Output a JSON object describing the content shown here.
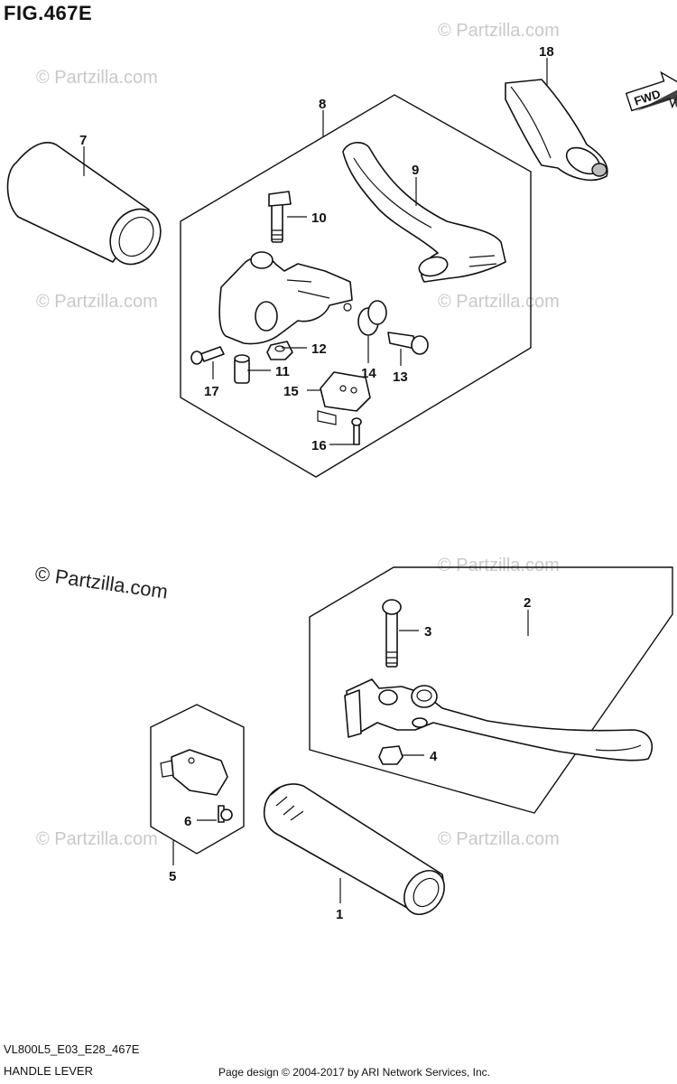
{
  "figure": {
    "title": "FIG.467E",
    "code": "VL800L5_E03_E28_467E",
    "name": "HANDLE LEVER",
    "credit": "Page design © 2004-2017 by ARI Network Services, Inc."
  },
  "watermarks": {
    "faint": "© Partzilla.com",
    "prominent": "© Partzilla.com"
  },
  "direction_badge": "FWD",
  "callouts": {
    "c1": "1",
    "c2": "2",
    "c3": "3",
    "c4": "4",
    "c5": "5",
    "c6": "6",
    "c7": "7",
    "c8": "8",
    "c9": "9",
    "c10": "10",
    "c11": "11",
    "c12": "12",
    "c13": "13",
    "c14": "14",
    "c15": "15",
    "c16": "16",
    "c17": "17",
    "c18": "18"
  },
  "colors": {
    "line": "#111111",
    "watermark": "#c9c9c9",
    "background": "#ffffff"
  }
}
